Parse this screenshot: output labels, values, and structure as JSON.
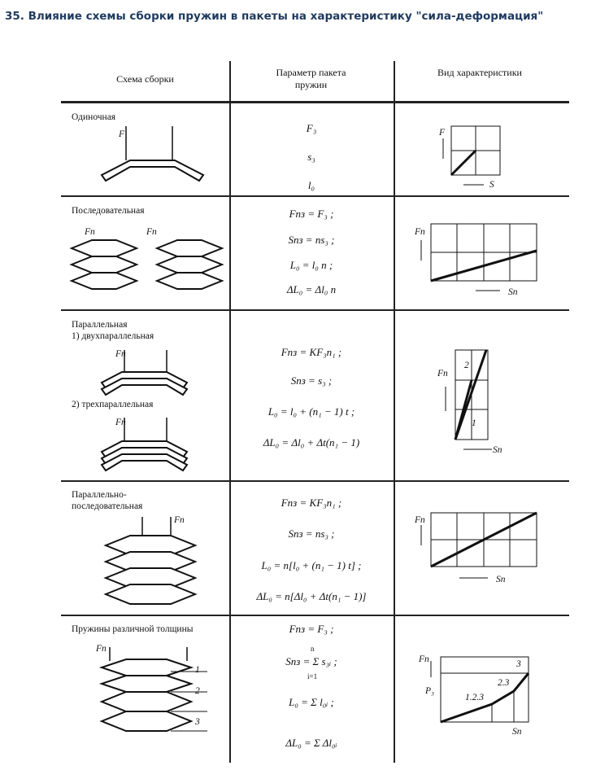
{
  "title": "35. Влияние схемы сборки пружин в пакеты на характеристику \"сила-деформация\"",
  "headers": {
    "scheme": "Схема сборки",
    "param": "Параметр пакета пружин",
    "view": "Вид характеристики"
  },
  "rows": [
    {
      "name": "Одиночная",
      "formulas": [
        "F₃",
        "s₃",
        "l₀"
      ],
      "fig_labels": [
        "F"
      ],
      "axis": [
        "F",
        "S"
      ]
    },
    {
      "name": "Последовательная",
      "formulas": [
        "Fпз = F₃ ;",
        "Sпз = ns₃ ;",
        "L₀ = l₀ n ;",
        "ΔL₀ = Δl₀ n"
      ],
      "fig_labels": [
        "Fп",
        "Fп"
      ],
      "axis": [
        "Fп",
        "Sп"
      ]
    },
    {
      "name": "Параллельная",
      "sub1": "1) двухпараллельная",
      "sub2": "2) трехпараллельная",
      "formulas": [
        "Fпз = KF₃n₁ ;",
        "Sпз = s₃ ;",
        "L₀ = l₀ + (n₁ − 1) t ;",
        "ΔL₀ = Δl₀ + Δt(n₁ − 1)"
      ],
      "fig_labels": [
        "Fп",
        "Fп"
      ],
      "axis": [
        "Fп",
        "Sп"
      ],
      "curve_labels": [
        "2",
        "1"
      ]
    },
    {
      "name": "Параллельно-последовательная",
      "formulas": [
        "Fпз = KF₃n₁ ;",
        "Sпз = ns₃ ;",
        "L₀ = n[l₀ + (n₁ − 1) t] ;",
        "ΔL₀ = n[Δl₀ + Δt(n₁ − 1)]"
      ],
      "fig_labels": [
        "Fп"
      ],
      "axis": [
        "Fп",
        "Sп"
      ]
    },
    {
      "name": "Пружины различной толщины",
      "formulas": [
        "Fпз = F₃ ;",
        "Sпз = Σ s₃ᵢ ;",
        "L₀ = Σ l₀ᵢ ;",
        "ΔL₀ = Σ Δl₀ᵢ"
      ],
      "sum_limits": [
        "n",
        "i=1"
      ],
      "fig_labels": [
        "Fп",
        "1",
        "2",
        "3"
      ],
      "axis": [
        "Fп",
        "Sп",
        "P₃"
      ],
      "curve_labels": [
        "3",
        "2.3",
        "1.2.3"
      ]
    }
  ]
}
